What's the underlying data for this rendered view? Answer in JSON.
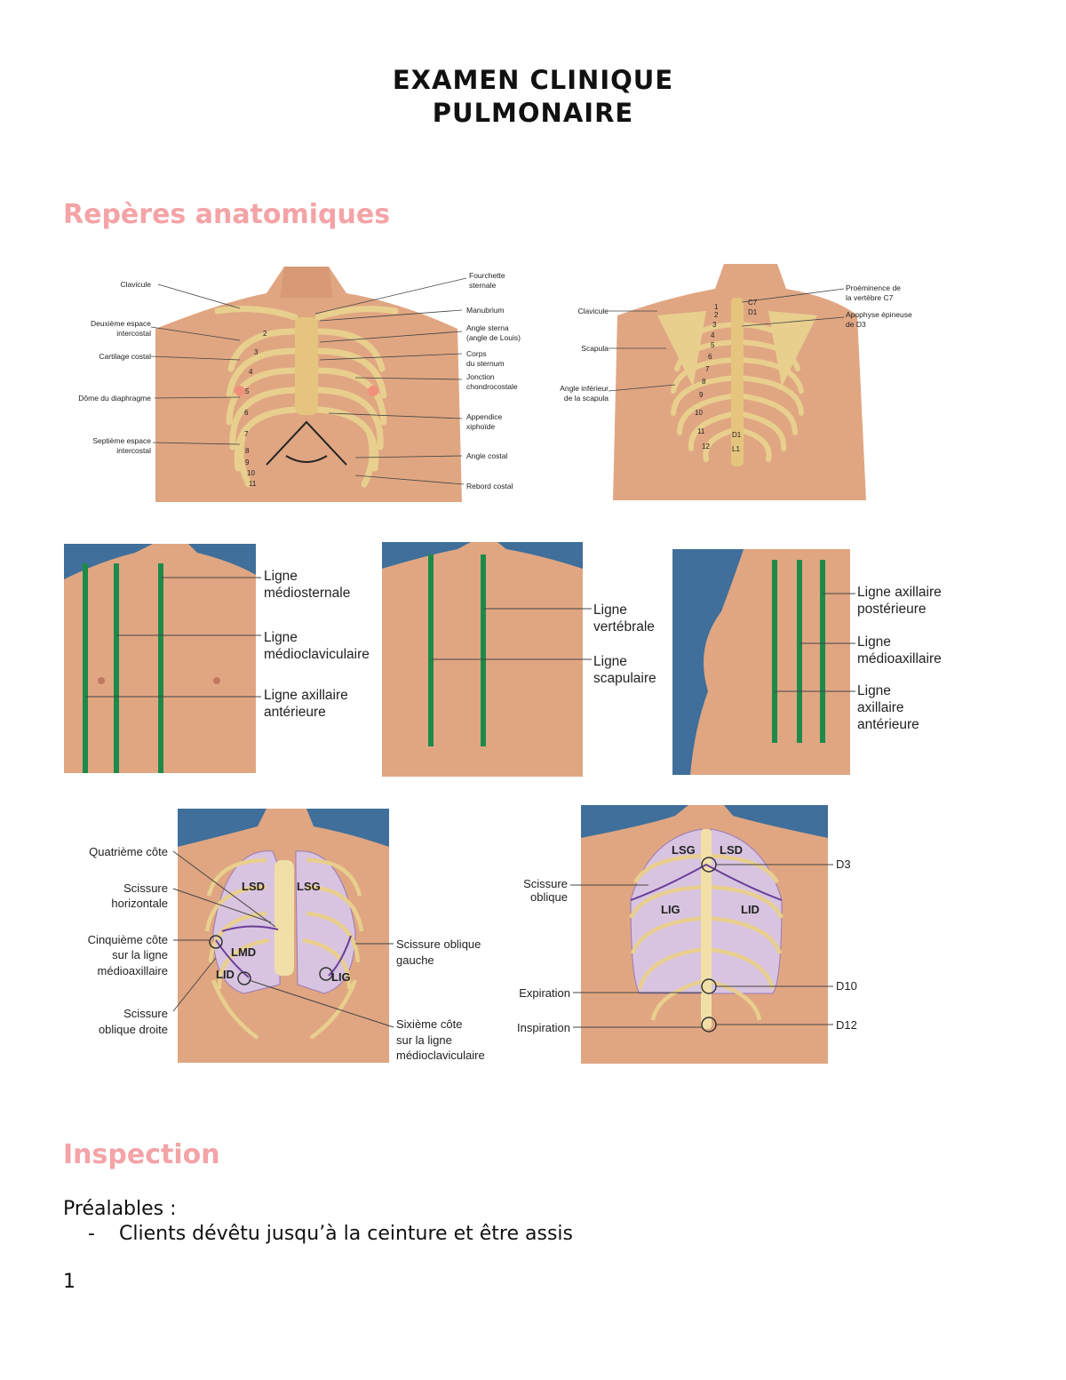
{
  "document": {
    "title_line1": "EXAMEN CLINIQUE",
    "title_line2": "PULMONAIRE",
    "page_number": "1"
  },
  "section_reperes": {
    "heading": "Repères anatomiques",
    "fig1_anterior": {
      "left_labels": [
        "Clavicule",
        "Deuxième espace",
        "intercostal",
        "Cartilage costal",
        "Dôme du diaphragme",
        "Septième espace",
        "intercostal"
      ],
      "right_labels": [
        "Fourchette",
        "sternale",
        "Manubrium",
        "Angle sterna",
        "(angle de Louis)",
        "Corps",
        "du sternum",
        "Jonction",
        "chondrocostale",
        "Appendice",
        "xiphoïde",
        "Angle costal",
        "Rebord costal"
      ],
      "rib_numbers": [
        "2",
        "3",
        "4",
        "5",
        "6",
        "7",
        "8",
        "9",
        "10",
        "11"
      ]
    },
    "fig2_posterior": {
      "left_labels": [
        "Clavicule",
        "Scapula",
        "Angle inférieur",
        "de la scapula"
      ],
      "right_labels": [
        "Proéminence de",
        "la vertèbre C7",
        "Apophyse épineuse",
        "de D3"
      ],
      "spine_labels": [
        "C7",
        "D1",
        "D1",
        "L1"
      ],
      "rib_numbers": [
        "1",
        "2",
        "3",
        "4",
        "5",
        "6",
        "7",
        "8",
        "9",
        "10",
        "11",
        "12"
      ]
    },
    "fig3_lines_front": [
      "Ligne",
      "médiosternale",
      "Ligne",
      "médioclaviculaire",
      "Ligne axillaire",
      "antérieure"
    ],
    "fig4_lines_back": [
      "Ligne",
      "vertébrale",
      "Ligne",
      "scapulaire"
    ],
    "fig5_lines_side": [
      "Ligne axillaire",
      "postérieure",
      "Ligne",
      "médioaxillaire",
      "Ligne",
      "axillaire",
      "antérieure"
    ],
    "fig6_lobes_front": {
      "left_labels": [
        "Quatrième côte",
        "Scissure",
        "horizontale",
        "Cinquième côte",
        "sur la ligne",
        "médioaxillaire",
        "Scissure",
        "oblique droite"
      ],
      "right_labels": [
        "Scissure oblique",
        "gauche",
        "Sixième côte",
        "sur la ligne",
        "médioclaviculaire"
      ],
      "lobes": [
        "LSD",
        "LSG",
        "LMD",
        "LID",
        "LIG"
      ]
    },
    "fig7_lobes_back": {
      "left_labels": [
        "Scissure",
        "oblique",
        "Expiration",
        "Inspiration"
      ],
      "right_labels": [
        "D3",
        "D10",
        "D12"
      ],
      "lobes": [
        "LSG",
        "LSD",
        "LIG",
        "LID"
      ]
    }
  },
  "section_inspection": {
    "heading": "Inspection",
    "prealables_label": "Préalables :",
    "bullet_marker": "-",
    "bullets": [
      "Clients dévêtu jusqu’à la ceinture et être assis"
    ]
  },
  "colors": {
    "heading_pink": "#f4a3a6",
    "skin": "#e0a682",
    "bone": "#e8cf8e",
    "line_green": "#1e8a4a",
    "photo_blue": "#3f6f9a",
    "lung_purple": "#d8c4e0"
  }
}
